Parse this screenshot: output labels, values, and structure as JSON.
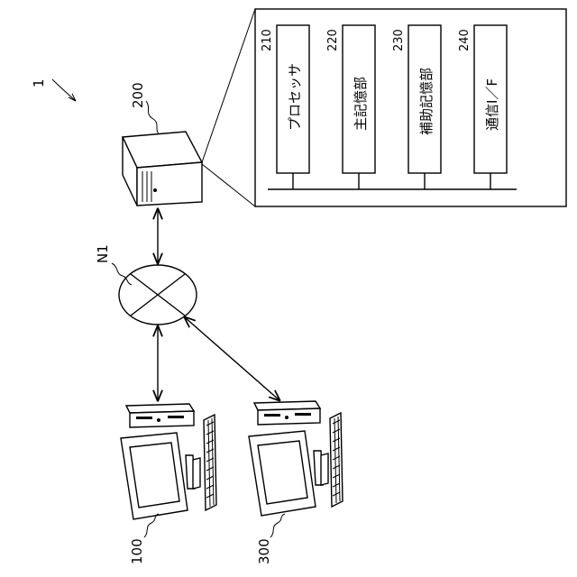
{
  "system": {
    "label": "1"
  },
  "server": {
    "label": "200"
  },
  "network": {
    "label": "N1"
  },
  "terminal_a": {
    "label": "100"
  },
  "terminal_b": {
    "label": "300"
  },
  "server_detail": {
    "components": [
      {
        "num": "210",
        "name": "プロセッサ"
      },
      {
        "num": "220",
        "name": "主記憶部"
      },
      {
        "num": "230",
        "name": "補助記憶部"
      },
      {
        "num": "240",
        "name": "通信I／F"
      }
    ]
  }
}
